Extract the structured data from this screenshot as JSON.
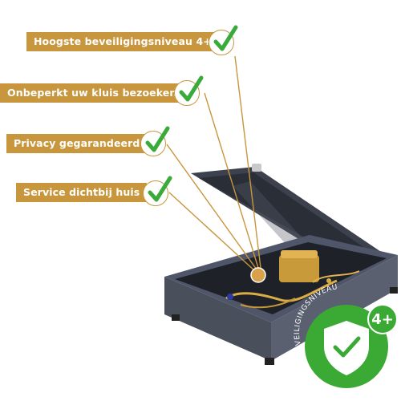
{
  "features": [
    {
      "label": "Hoogste beveiligingsniveau 4+"
    },
    {
      "label": "Onbeperkt uw kluis bezoeken"
    },
    {
      "label": "Privacy gegarandeerd"
    },
    {
      "label": "Service dichtbij huis"
    }
  ],
  "badge": {
    "arc_text": "BEVEILIGINGSNIVEAU",
    "level": "4+"
  },
  "colors": {
    "gold": "#c8963c",
    "check_green": "#3aab3a",
    "badge_green": "#3aaa35",
    "safe_gray": "#4a4f5c"
  }
}
